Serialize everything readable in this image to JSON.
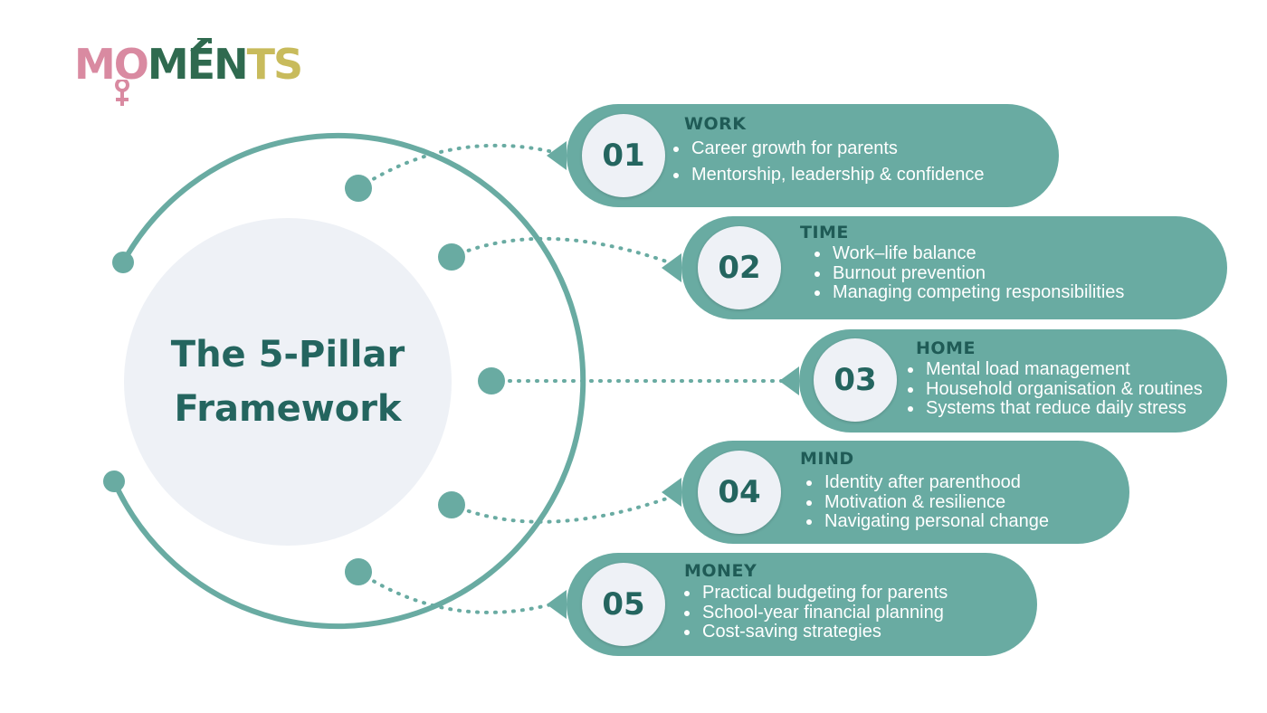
{
  "logo": {
    "letters": [
      {
        "char": "M",
        "color": "#d98aa1"
      },
      {
        "char": "O",
        "color": "#d98aa1"
      },
      {
        "char": "M",
        "color": "#2f6a4f"
      },
      {
        "char": "E",
        "color": "#2f6a4f"
      },
      {
        "char": "N",
        "color": "#2f6a4f"
      },
      {
        "char": "T",
        "color": "#c8bb5c"
      },
      {
        "char": "S",
        "color": "#c8bb5c"
      }
    ]
  },
  "center": {
    "title": "The 5-Pillar Framework"
  },
  "colors": {
    "teal": "#69aba2",
    "dark_teal": "#24655f",
    "circle_bg": "#eef1f6"
  },
  "pillars": [
    {
      "number": "01",
      "title": "WORK",
      "items": [
        "Career growth for parents",
        "Mentorship, leadership & confidence"
      ]
    },
    {
      "number": "02",
      "title": "TIME",
      "items": [
        "Work–life balance",
        "Burnout prevention",
        "Managing competing responsibilities"
      ]
    },
    {
      "number": "03",
      "title": "HOME",
      "items": [
        "Mental load management",
        "Household organisation & routines",
        "Systems that reduce daily stress"
      ]
    },
    {
      "number": "04",
      "title": "MIND",
      "items": [
        "Identity after parenthood",
        "Motivation & resilience",
        "Navigating personal change"
      ]
    },
    {
      "number": "05",
      "title": "MONEY",
      "items": [
        "Practical budgeting for parents",
        "School-year financial planning",
        "Cost-saving strategies"
      ]
    }
  ]
}
